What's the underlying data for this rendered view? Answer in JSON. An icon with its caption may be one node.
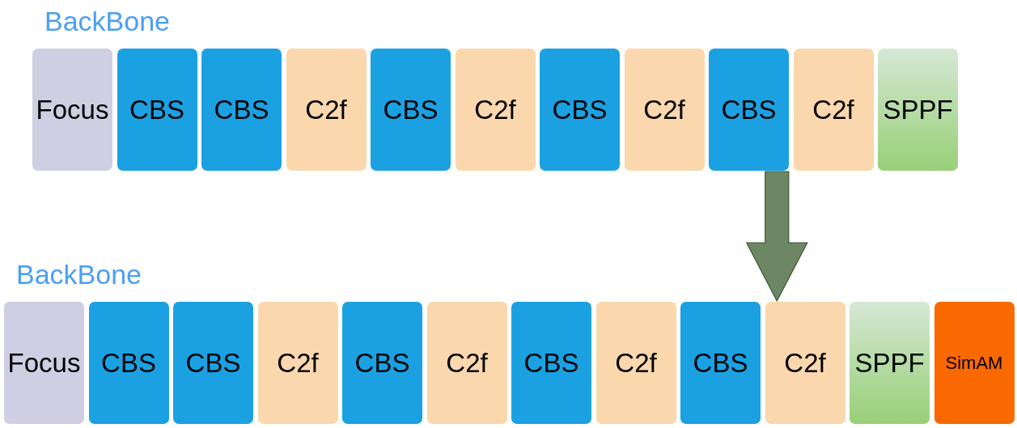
{
  "diagram": {
    "nodes": [
      {
        "text": [
          "Focus"
        ]
      },
      {
        "text": [
          "CBS"
        ]
      },
      {
        "text": [
          "CBS"
        ]
      },
      {
        "text": [
          "C2f"
        ]
      },
      {
        "text": [
          "CBS"
        ]
      },
      {
        "text": [
          "C2f"
        ]
      },
      {
        "text": [
          "CBS"
        ]
      },
      {
        "text": [
          "C2f"
        ]
      },
      {
        "text": [
          "CBS"
        ]
      },
      {
        "text": [
          "C2f"
        ]
      },
      {
        "text": [
          "SPPF"
        ]
      },
      {
        "text": [
          "Focus"
        ]
      },
      {
        "text": [
          "CBS"
        ]
      },
      {
        "text": [
          "CBS"
        ]
      },
      {
        "text": [
          "C2f"
        ]
      },
      {
        "text": [
          "CBS"
        ]
      },
      {
        "text": [
          "C2f"
        ]
      },
      {
        "text": [
          "CBS"
        ]
      },
      {
        "text": [
          "C2f"
        ]
      },
      {
        "text": [
          "CBS"
        ]
      },
      {
        "text": [
          "C2f"
        ]
      },
      {
        "text": [
          "SPPF"
        ]
      },
      {
        "text": [
          "SimAM"
        ]
      }
    ],
    "edges": [
      {
        "from": 8,
        "to": 20,
        "arrow": "to"
      }
    ],
    "labels": [
      "BackBone",
      "BackBone"
    ]
  }
}
